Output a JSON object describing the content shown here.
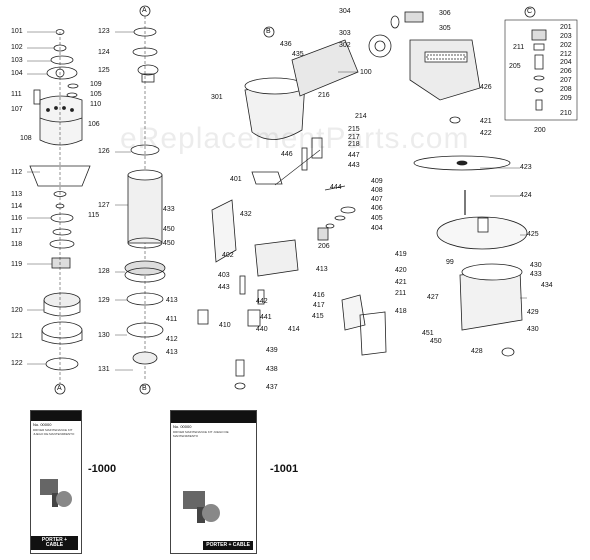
{
  "watermark": "eReplacementParts.com",
  "section_markers": [
    "A",
    "B",
    "C"
  ],
  "kits": [
    {
      "part": "-1000",
      "kit_no": "No. 00000",
      "brand": "PORTER + CABLE",
      "text": "DRIVER MAINTENANCE KIT JUEGO DE MANTENIMIENTO"
    },
    {
      "part": "-1001",
      "kit_no": "No. 00000",
      "brand": "PORTER + CABLE",
      "text": "DRIVER MAINTENANCE KIT JUEGO DE MANTENIMIENTO"
    }
  ],
  "labels": {
    "c1": [
      "101",
      "102",
      "103",
      "104",
      "109",
      "105",
      "110",
      "111",
      "107",
      "106",
      "108",
      "112",
      "113",
      "114",
      "116",
      "115",
      "117",
      "118",
      "119",
      "120",
      "121",
      "122"
    ],
    "c2": [
      "123",
      "124",
      "125",
      "126",
      "127",
      "128",
      "129",
      "130",
      "131"
    ],
    "c3": [
      "304",
      "303",
      "306",
      "305",
      "436",
      "435",
      "302",
      "100",
      "301",
      "216",
      "214",
      "215",
      "217",
      "218",
      "446",
      "447",
      "443",
      "401",
      "433",
      "432",
      "444",
      "409",
      "408",
      "407",
      "406",
      "405",
      "404",
      "450",
      "450",
      "402",
      "206",
      "403",
      "443",
      "442",
      "441",
      "440",
      "419",
      "413",
      "420",
      "421",
      "211",
      "416",
      "417",
      "415",
      "418",
      "413",
      "411",
      "410",
      "414",
      "412",
      "413",
      "439",
      "438",
      "437",
      "451",
      "450"
    ],
    "c4": [
      "201",
      "203",
      "211",
      "202",
      "212",
      "204",
      "205",
      "206",
      "207",
      "208",
      "209",
      "210",
      "200",
      "426",
      "421",
      "422",
      "423",
      "424",
      "425",
      "99",
      "430",
      "433",
      "434",
      "427",
      "429",
      "430",
      "428"
    ]
  }
}
